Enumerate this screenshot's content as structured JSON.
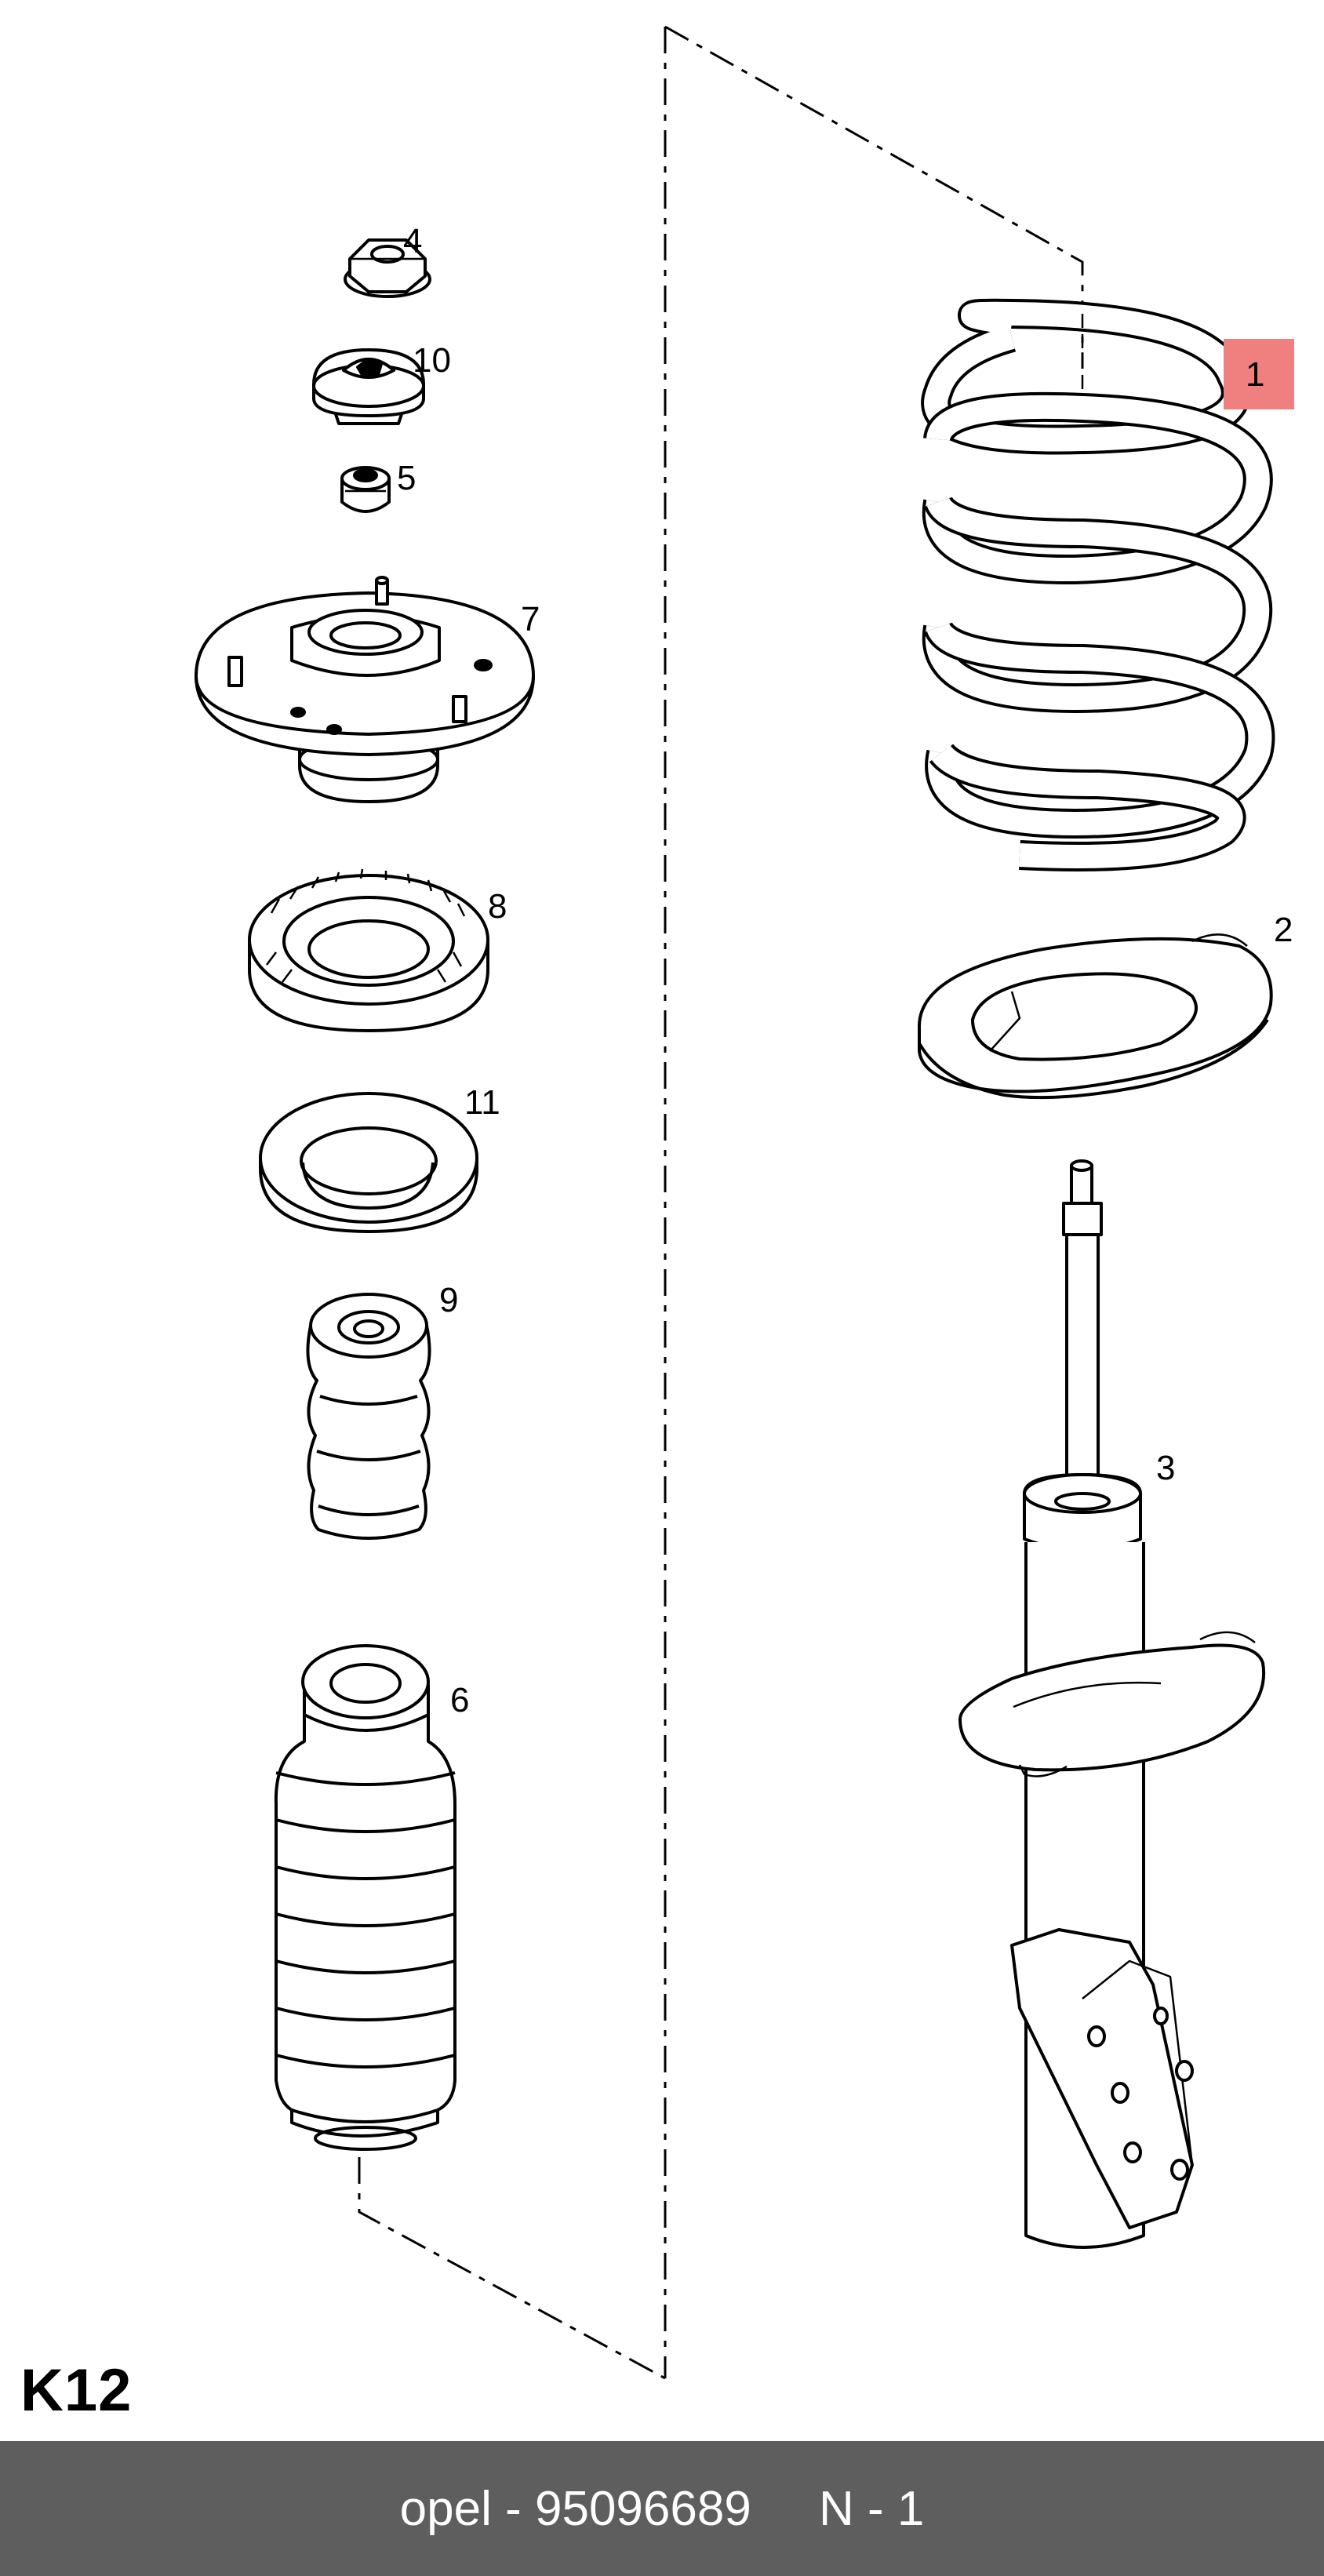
{
  "diagram": {
    "page_label": "K12",
    "highlighted_part": "1",
    "highlight_color": "#f08080",
    "callouts": {
      "part_1": "1",
      "part_2": "2",
      "part_3": "3",
      "part_4": "4",
      "part_5": "5",
      "part_6": "6",
      "part_7": "7",
      "part_8": "8",
      "part_9": "9",
      "part_10": "10",
      "part_11": "11"
    }
  },
  "footer": {
    "brand": "opel",
    "separator": " - ",
    "part_number": "95096689",
    "position_code": "N - 1",
    "background_color": "#5e5e5e"
  }
}
